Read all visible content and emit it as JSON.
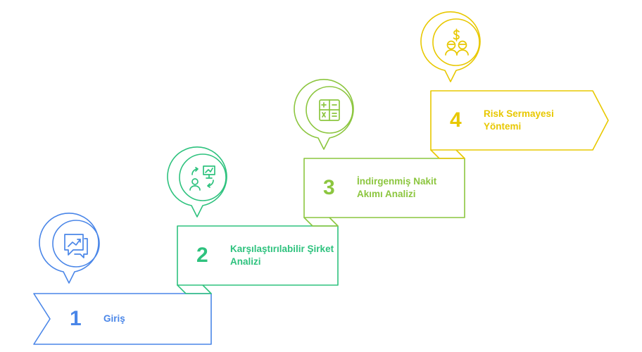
{
  "steps": [
    {
      "number": "1",
      "label": "Giriş",
      "color": "#4a86e8",
      "icon": "chat-chart-icon"
    },
    {
      "number": "2",
      "label": "Karşılaştırılabilir Şirket Analizi",
      "color": "#2ec27e",
      "icon": "people-exchange-chart-icon"
    },
    {
      "number": "3",
      "label": "İndirgenmiş Nakit Akımı Analizi",
      "color": "#8cc63f",
      "icon": "calculator-icon"
    },
    {
      "number": "4",
      "label": "Risk Sermayesi Yöntemi",
      "color": "#e8c800",
      "icon": "investors-dollar-icon"
    }
  ]
}
